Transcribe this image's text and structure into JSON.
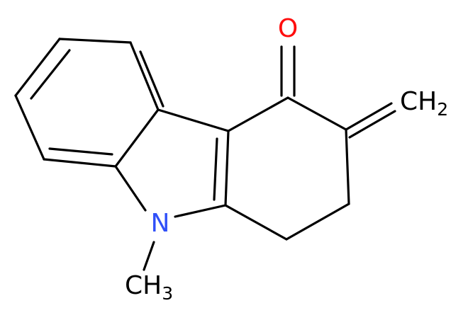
{
  "molecule": {
    "atoms": {
      "oxygen": {
        "symbol": "O",
        "color": "#ff0d0d"
      },
      "nitrogen": {
        "symbol": "N",
        "color": "#3050f8"
      },
      "methylene": {
        "symbol": "CH",
        "subscript": "2",
        "color": "#000000"
      },
      "methyl": {
        "symbol": "CH",
        "subscript": "3",
        "color": "#000000"
      }
    },
    "bond_color": "#000000"
  }
}
